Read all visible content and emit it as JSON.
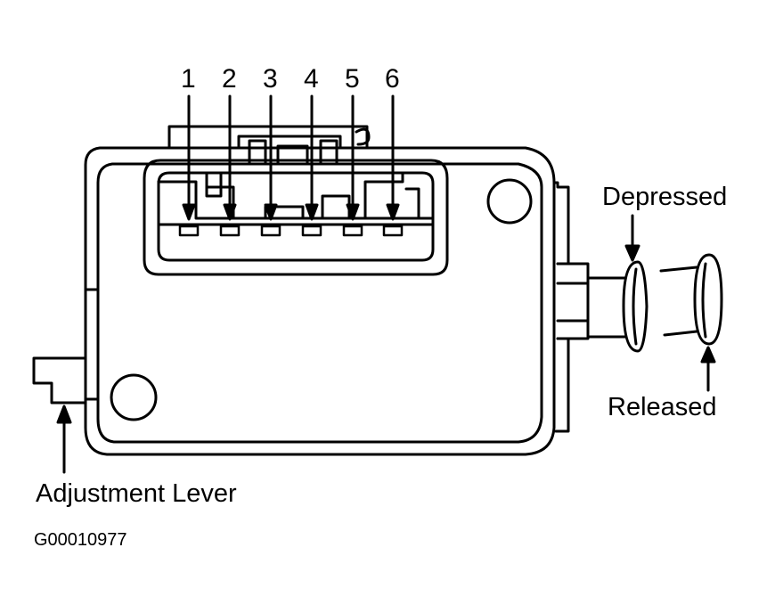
{
  "pins": [
    {
      "number": "1"
    },
    {
      "number": "2"
    },
    {
      "number": "3"
    },
    {
      "number": "4"
    },
    {
      "number": "5"
    },
    {
      "number": "6"
    }
  ],
  "labels": {
    "depressed": "Depressed",
    "released": "Released",
    "adjustment_lever": "Adjustment  Lever",
    "figure_code": "G00010977"
  },
  "colors": {
    "ink": "#000000",
    "background": "#ffffff"
  }
}
